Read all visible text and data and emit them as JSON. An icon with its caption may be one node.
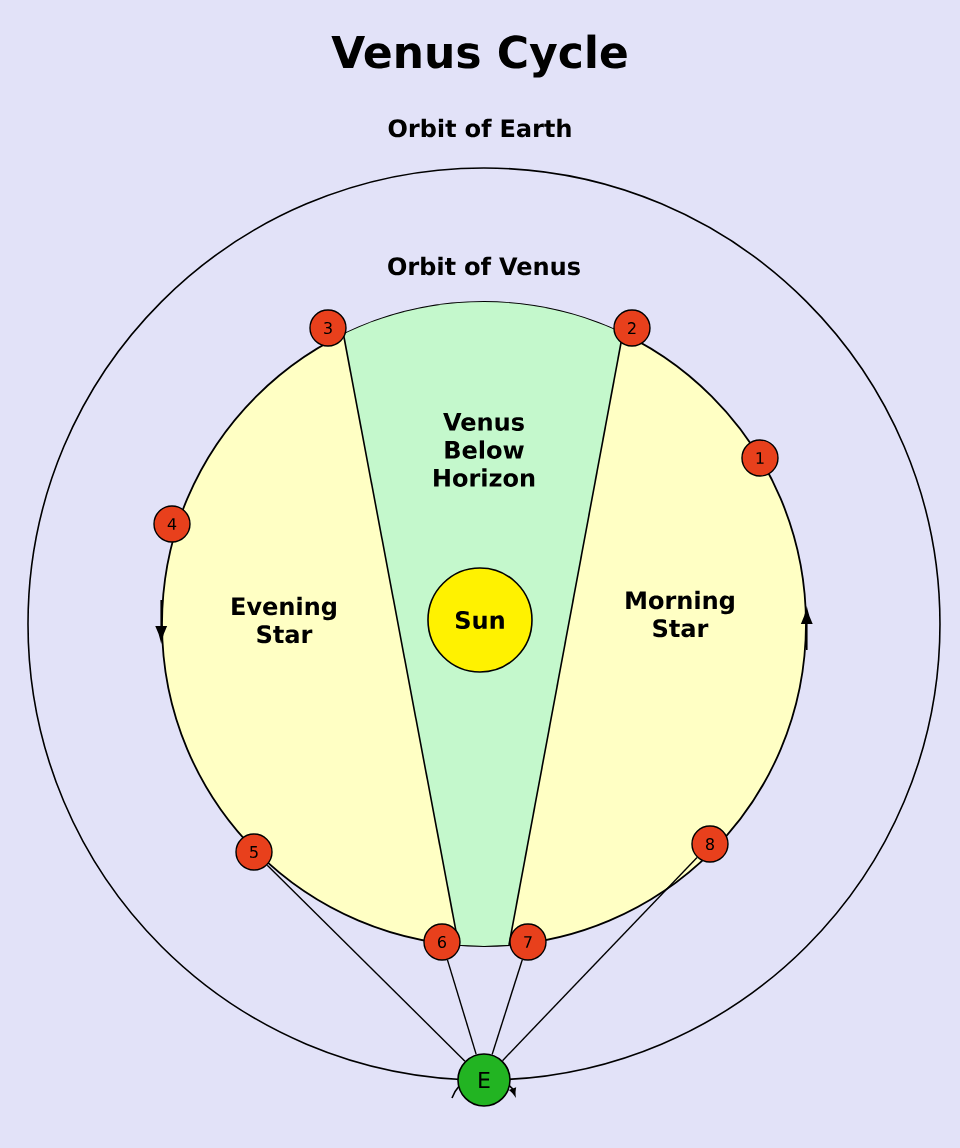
{
  "diagram": {
    "title": "Venus Cycle",
    "nodes": [
      {
        "text": [
          "Venus Below Horizon"
        ]
      },
      {
        "text": [
          "Sun"
        ],
        "in": 0
      },
      {
        "text": [
          "1"
        ]
      },
      {
        "text": [
          "2"
        ]
      },
      {
        "text": [
          "3"
        ]
      },
      {
        "text": [
          "4"
        ]
      },
      {
        "text": [
          "5"
        ]
      },
      {
        "text": [
          "6"
        ]
      },
      {
        "text": [
          "7"
        ]
      },
      {
        "text": [
          "8"
        ]
      },
      {
        "text": [
          "E"
        ]
      }
    ],
    "edges": [
      {
        "from": 10,
        "to": 6,
        "arrow": "none"
      },
      {
        "from": 10,
        "to": 7,
        "arrow": "none"
      },
      {
        "from": 10,
        "to": 8,
        "arrow": "none"
      },
      {
        "from": 10,
        "to": 9,
        "arrow": "none"
      }
    ],
    "labels": [
      "Orbit of Earth",
      "Orbit of Venus",
      "Evening Star",
      "Morning Star"
    ]
  }
}
